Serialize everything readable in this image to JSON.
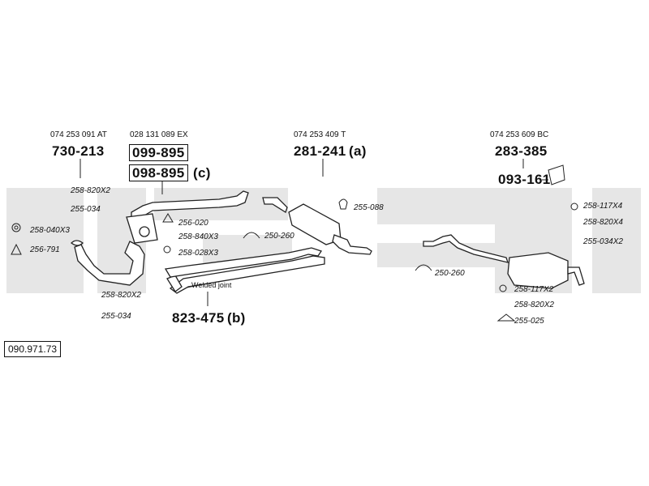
{
  "diagram": {
    "document_number": "090.971.73",
    "groups": [
      {
        "ref": "074 253 091 AT",
        "part": "730-213"
      },
      {
        "ref": "028 131 089 EX",
        "part": "099-895",
        "part2": "098-895",
        "suffix": "(c)"
      },
      {
        "ref": "074 253 409 T",
        "part": "281-241",
        "suffix": "(a)"
      },
      {
        "ref": "074 253 609 BC",
        "part": "283-385",
        "part2": "093-161"
      },
      {
        "part": "823-475",
        "suffix": "(b)",
        "note": "Welded joint"
      }
    ],
    "small_parts": [
      "258-820X2",
      "255-034",
      "258-040X3",
      "256-791",
      "258-820X2",
      "255-034",
      "256-020",
      "258-840X3",
      "258-028X3",
      "250-260",
      "255-088",
      "250-260",
      "258-117X4",
      "258-820X4",
      "255-034X2",
      "258-117X2",
      "258-820X2",
      "255-025"
    ]
  },
  "colors": {
    "line": "#222222",
    "watermark": "#e6e6e6"
  }
}
